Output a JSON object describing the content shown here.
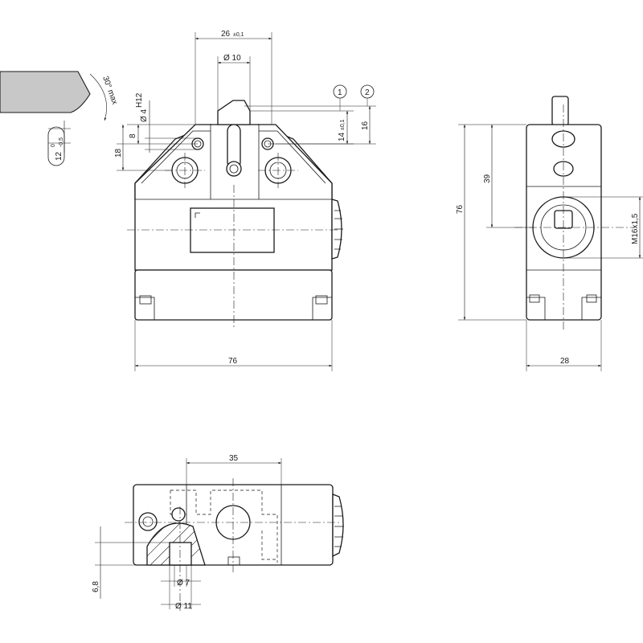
{
  "front_view": {
    "width": "76",
    "pitch_value": "26",
    "pitch_tol": "±0,1",
    "plunger_dia": "Ø 10",
    "hole_dia": "Ø 4",
    "hole_fit": "H12",
    "dim_8": "8",
    "dim_18": "18",
    "dim_14": "14",
    "dim_14_tol": "±0,1",
    "dim_16": "16",
    "callout_1": "1",
    "callout_2": "2"
  },
  "cam_detail": {
    "angle_label": "30° max",
    "travel_value": "12",
    "travel_tol_upper": "0",
    "travel_tol_lower": "-0,5"
  },
  "side_view": {
    "height": "76",
    "dim_39": "39",
    "thread": "M16x1,5",
    "depth": "28"
  },
  "bottom_view": {
    "dim_35": "35",
    "dim_6_8": "6,8",
    "dia_7": "Ø 7",
    "dia_11": "Ø 11"
  }
}
